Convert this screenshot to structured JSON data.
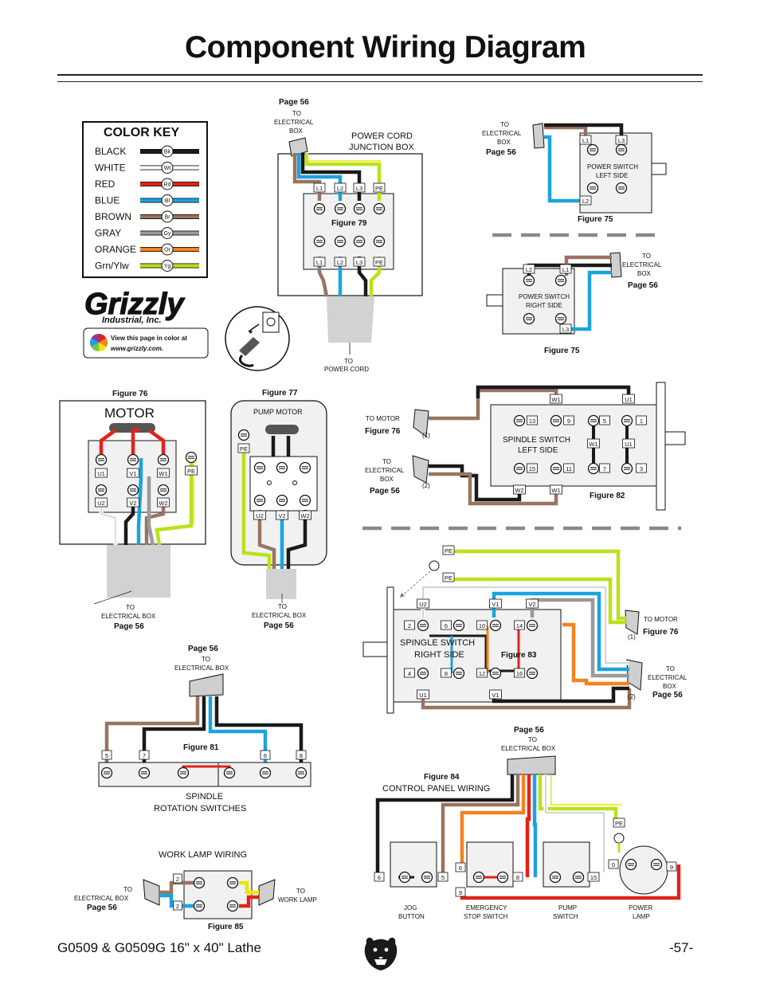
{
  "page": {
    "title": "Component Wiring Diagram",
    "footer_left": "G0509 & G0509G 16\" x 40\" Lathe",
    "footer_right": "-57-"
  },
  "colors": {
    "black": "#1a1a1a",
    "white": "#ffffff",
    "red": "#e2231a",
    "blue": "#1aa3e0",
    "brown": "#9a7460",
    "gray": "#9a9a9a",
    "orange": "#f58220",
    "yellow": "#e8e800",
    "green": "#7dc242",
    "panel": "#f1f1f1",
    "cord": "#cfcfcf"
  },
  "color_key": {
    "title": "COLOR KEY",
    "items": [
      {
        "name": "BLACK",
        "abbr": "Bk",
        "color": "#1a1a1a"
      },
      {
        "name": "WHITE",
        "abbr": "Wt",
        "color": "#ffffff"
      },
      {
        "name": "RED",
        "abbr": "Rd",
        "color": "#e2231a"
      },
      {
        "name": "BLUE",
        "abbr": "Bl",
        "color": "#1aa3e0"
      },
      {
        "name": "BROWN",
        "abbr": "Br",
        "color": "#9a7460"
      },
      {
        "name": "GRAY",
        "abbr": "Gy",
        "color": "#9a9a9a"
      },
      {
        "name": "ORANGE",
        "abbr": "Or",
        "color": "#f58220"
      },
      {
        "name": "Grn/Ylw",
        "abbr": "Yg",
        "color": "#b9e21a"
      }
    ]
  },
  "logo": {
    "brand": "Grizzly",
    "sub": "Industrial, Inc.",
    "note_line1": "View this page in color at",
    "note_line2": "www.grizzly.com."
  },
  "common": {
    "to": "TO",
    "electrical_box": "ELECTRICAL BOX",
    "electrical": "ELECTRICAL",
    "box": "BOX",
    "page_56": "Page 56"
  },
  "fig79": {
    "title": "POWER CORD",
    "title2": "JUNCTION BOX",
    "figure": "Figure 79",
    "top_terminals": [
      "L1",
      "L2",
      "L3",
      "PE"
    ],
    "bottom_terminals": [
      "L1",
      "L2",
      "L3",
      "PE"
    ],
    "to_power_cord_1": "TO",
    "to_power_cord_2": "POWER CORD"
  },
  "fig75a": {
    "label1": "POWER SWITCH",
    "label2": "LEFT SIDE",
    "terminals": [
      "L1",
      "L3",
      "L2"
    ],
    "figure": "Figure 75"
  },
  "fig75b": {
    "label1": "POWER SWITCH",
    "label2": "RIGHT SIDE",
    "terminals": [
      "L2",
      "L1",
      "L3"
    ],
    "figure": "Figure 75"
  },
  "fig76": {
    "figure": "Figure 76",
    "title": "MOTOR",
    "top_terminals": [
      "U1",
      "V1",
      "W1",
      "PE"
    ],
    "bottom_terminals": [
      "U2",
      "V2",
      "W2"
    ]
  },
  "fig77": {
    "figure": "Figure 77",
    "title": "PUMP MOTOR",
    "pe": "PE",
    "terminals": [
      "U2",
      "V2",
      "W2"
    ]
  },
  "fig82": {
    "to_motor": "TO MOTOR",
    "figure76": "Figure 76",
    "label1": "SPINDLE SWITCH",
    "label2": "LEFT SIDE",
    "figure": "Figure 82",
    "top_labels": [
      "W1",
      "U1"
    ],
    "mid_labels": [
      "W1",
      "U1"
    ],
    "bot_labels": [
      "W2",
      "W1"
    ],
    "row1": [
      "13",
      "9",
      "5",
      "1"
    ],
    "row2": [
      "15",
      "11",
      "7",
      "3"
    ],
    "n1": "(1)",
    "n2": "(2)"
  },
  "fig83": {
    "label1": "SPINGLE SWITCH",
    "label2": "RIGHT SIDE",
    "figure": "Figure 83",
    "pe": "PE",
    "top_labels": [
      "U2",
      "V1",
      "V2"
    ],
    "bot_labels": [
      "U1",
      "V1"
    ],
    "row1": [
      "2",
      "6",
      "10",
      "14"
    ],
    "row2": [
      "4",
      "8",
      "12",
      "16"
    ],
    "to_motor": "TO MOTOR",
    "figure76": "Figure 76",
    "n1": "(1)",
    "n2": "(2)"
  },
  "fig81": {
    "figure": "Figure 81",
    "label1": "SPINDLE",
    "label2": "ROTATION SWITCHES",
    "terminals": [
      "5",
      "7",
      "6",
      "8"
    ]
  },
  "fig84": {
    "figure": "Figure 84",
    "title": "CONTROL PANEL WIRING",
    "jog1": "JOG",
    "jog2": "BUTTON",
    "estop1": "EMERGENCY",
    "estop2": "STOP SWITCH",
    "pump1": "PUMP",
    "pump2": "SWITCH",
    "lamp1": "POWER",
    "lamp2": "LAMP",
    "pe": "PE",
    "terms": [
      "6",
      "5",
      "6",
      "9",
      "8",
      "15",
      "0",
      "9"
    ]
  },
  "fig85": {
    "title": "WORK LAMP WIRING",
    "figure": "Figure 85",
    "to_work_lamp_1": "TO",
    "to_work_lamp_2": "WORK LAMP",
    "terms": [
      "2",
      "2"
    ]
  }
}
